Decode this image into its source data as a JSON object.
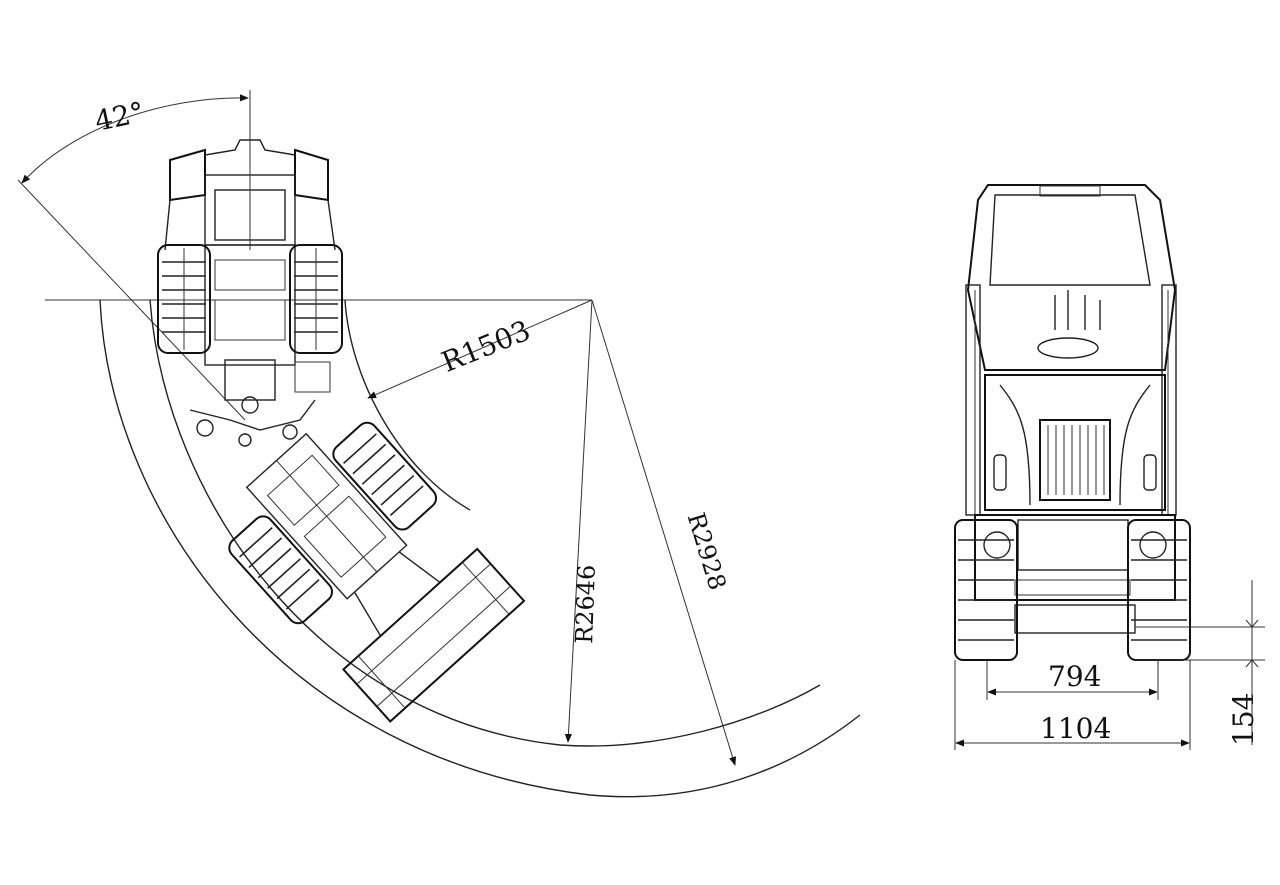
{
  "labels": {
    "angle": "42°",
    "inner_radius": "R1503",
    "middle_radius": "R2646",
    "outer_radius": "R2928",
    "track_gauge": "794",
    "overall_width": "1104",
    "ground_clearance": "154"
  }
}
